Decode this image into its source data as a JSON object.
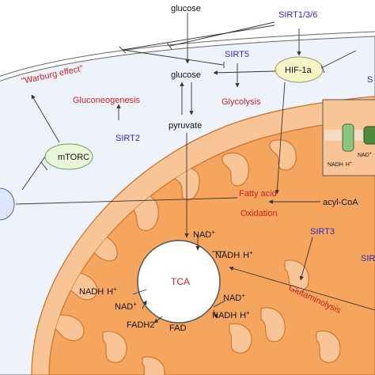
{
  "labels": {
    "glucose_top": "glucose",
    "glucose_mid": "glucose",
    "pyruvate": "pyruvate",
    "sirt136": "SIRT1/3/6",
    "sirt5": "SIRT5",
    "sirt2": "SIRT2",
    "sirt3": "SIRT3",
    "sirt_partial_right": "S",
    "sirt_partial_lower": "SIR",
    "warburg": "\"Warburg effect\"",
    "gluconeogenesis": "Gluconeogenesis",
    "glycolysis": "Glycolysis",
    "mtorc": "mTORC",
    "hif1a": "HIF-1a",
    "fatty_acid": "Fatty acid",
    "oxidation": "Oxidation",
    "acyl_coa": "acyl-CoA",
    "tca": "TCA",
    "glutaminolysis": "Glutaminolysis",
    "nad_top": "NAD",
    "nadh_h_top": "NADH",
    "h_top": "H",
    "nadh_h_left": "NADH",
    "h_left": "H",
    "nad_left": "NAD",
    "fadh2": "FADH2",
    "fad": "FAD",
    "nad_right": "NAD",
    "nadh_h_right": "NADH",
    "h_right": "H",
    "inset_nad": "NAD",
    "inset_nadh": "NADH",
    "inset_h": "H",
    "plus": "+"
  },
  "colors": {
    "mito_fill": "#f9c596",
    "mito_stroke": "#c8742c",
    "inner_fill": "#f6a55e",
    "cell_fill": "#eef3fb",
    "sirt_text": "#2c2cc0",
    "pathway_text": "#cc2222",
    "mtorc_fill": "#e9f7d8",
    "hif_fill": "#f4f4c6",
    "protein_light": "#8bc380",
    "protein_dark": "#4f8a3e",
    "nucleus_fill": "#dde6fb"
  }
}
